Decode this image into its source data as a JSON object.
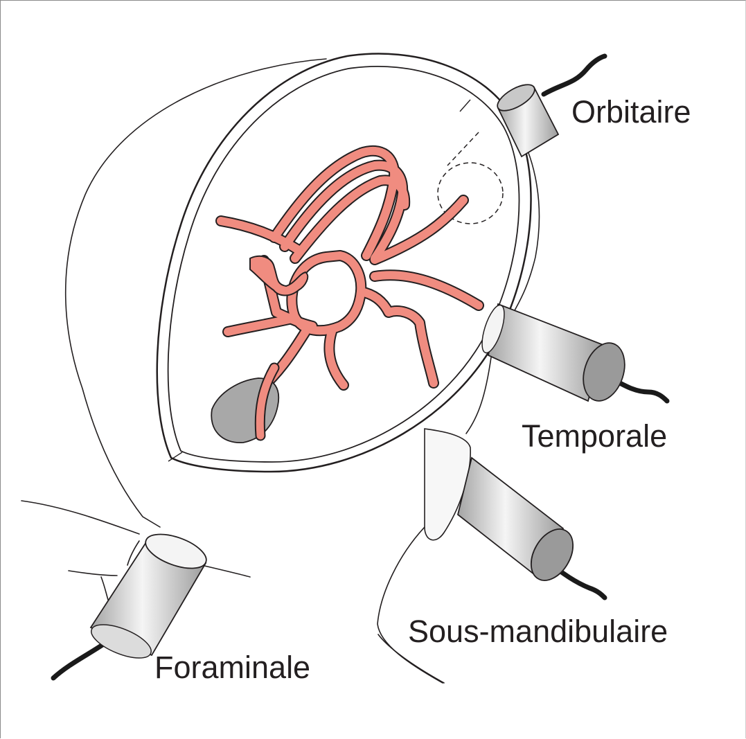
{
  "figure": {
    "probe_labels": {
      "orbitaire": "Orbitaire",
      "temporale": "Temporale",
      "sous_mandibulaire": "Sous-mandibulaire",
      "foraminale": "Foraminale"
    },
    "colors": {
      "artery": "#f08c80",
      "outline": "#231f20",
      "probe_dark": "#9a9a9a",
      "probe_light": "#f4f4f4",
      "shade": "#a8a8a8"
    }
  }
}
